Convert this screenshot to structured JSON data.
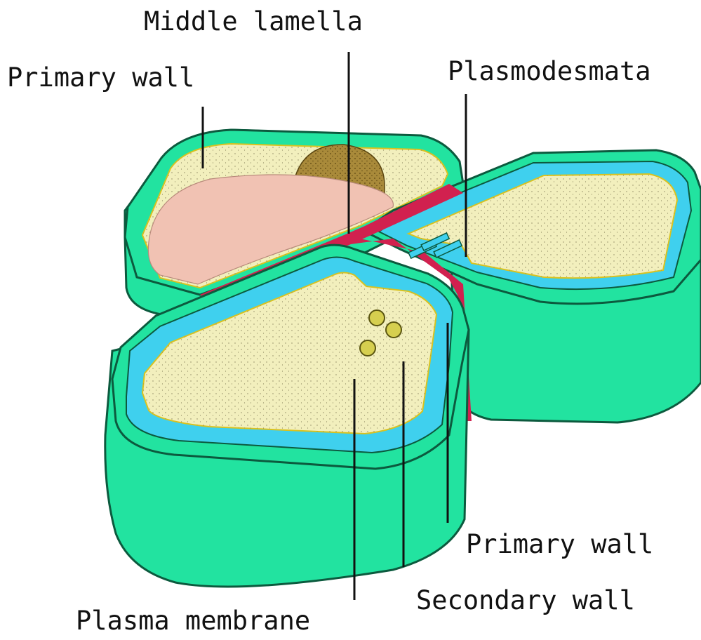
{
  "labels": {
    "middle_lamella": "Middle lamella",
    "primary_wall_top": "Primary wall",
    "plasmodesmata": "Plasmodesmata",
    "primary_wall_bottom": "Primary wall",
    "secondary_wall": "Secondary wall",
    "plasma_membrane": "Plasma membrane"
  },
  "colors": {
    "outer_wall": "#22e3a0",
    "wall_outline": "#0c5a3e",
    "secondary_wall": "#3fd0ee",
    "cytoplasm": "#f2efbd",
    "vacuole": "#f1c2b3",
    "nucleus": "#a98a3a",
    "middle_lamella": "#d1214f",
    "plasma_membrane": "#d9c21f",
    "organelle": "#d6cf4f"
  }
}
